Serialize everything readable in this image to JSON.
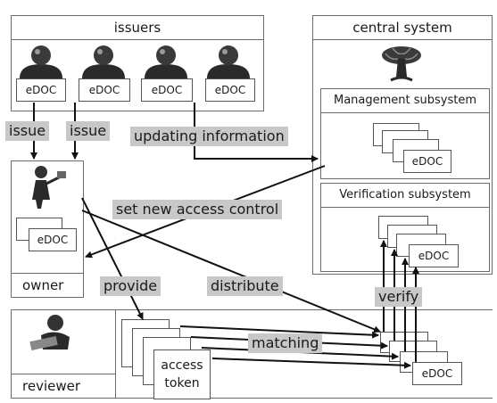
{
  "issuers": {
    "title": "issuers",
    "docs": [
      "eDOC",
      "eDOC",
      "eDOC",
      "eDOC"
    ]
  },
  "central": {
    "title": "central system",
    "icon": "tree-icon",
    "management": {
      "title": "Management subsystem",
      "doc": "eDOC"
    },
    "verification": {
      "title": "Verification subsystem",
      "doc": "eDOC"
    }
  },
  "owner": {
    "label": "owner",
    "doc": "eDOC"
  },
  "reviewer": {
    "label": "reviewer",
    "token_line1": "access",
    "token_line2": "token",
    "doc": "eDOC"
  },
  "labels": {
    "issue1": "issue",
    "issue2": "issue",
    "updating": "updating information",
    "set_access": "set new access control",
    "provide": "provide",
    "distribute": "distribute",
    "verify": "verify",
    "matching": "matching"
  },
  "colors": {
    "label_bg": "#c8c8c8",
    "border": "#6b6b6b",
    "arrow": "#111111"
  }
}
